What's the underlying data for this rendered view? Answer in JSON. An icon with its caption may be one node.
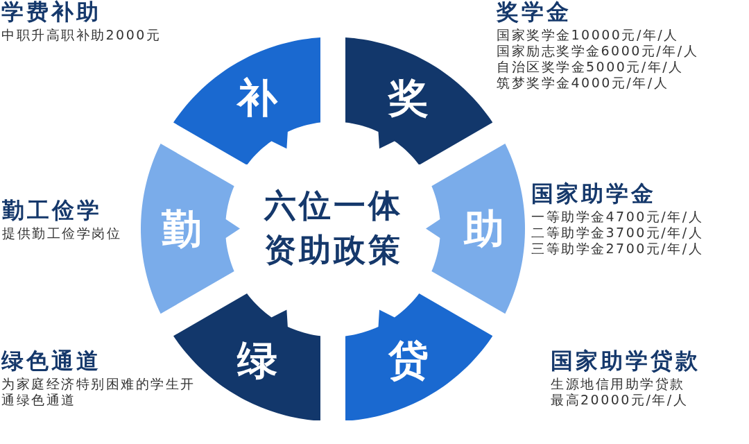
{
  "diagram": {
    "nodes": [
      {
        "text": [
          "补"
        ],
        "beside": [
          "学费补助",
          "中职升高职补助2000元"
        ]
      },
      {
        "text": [
          "奖"
        ],
        "beside": [
          "奖学金",
          "国家奖学金10000元/年/人",
          "国家励志奖学金6000元/年/人",
          "自治区奖学金5000元/年/人",
          "筑梦奖学金4000元/年/人"
        ]
      },
      {
        "text": [
          "勤"
        ],
        "beside": [
          "勤工俭学",
          "提供勤工俭学岗位"
        ]
      },
      {
        "text": [
          "助"
        ],
        "beside": [
          "国家助学金",
          "一等助学金4700元/年/人",
          "二等助学金3700元/年/人",
          "三等助学金2700元/年/人"
        ]
      },
      {
        "text": [
          "绿"
        ],
        "beside": [
          "绿色通道",
          "为家庭经济特别困难的学生开通绿色通道"
        ]
      },
      {
        "text": [
          "贷"
        ],
        "beside": [
          "国家助学贷款",
          "生源地信用助学贷款",
          "最高20000元/年/人"
        ]
      }
    ],
    "labels": [
      "六位一体资助政策"
    ]
  }
}
